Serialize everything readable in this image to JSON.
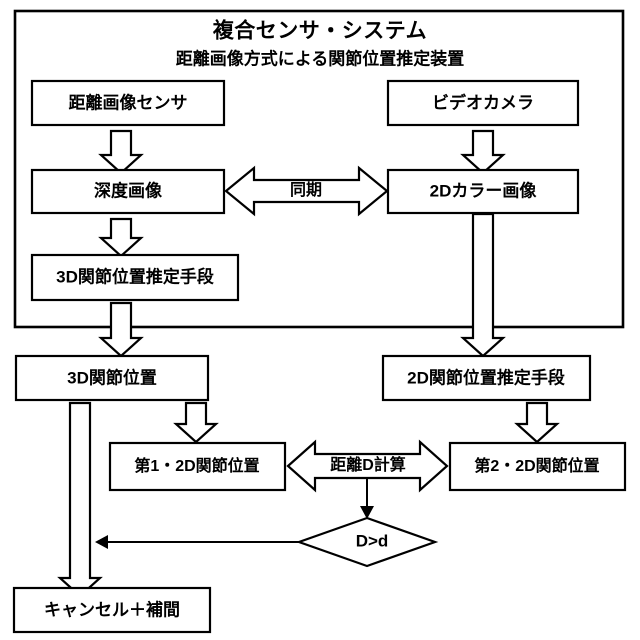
{
  "diagram": {
    "title": "複合センサ・システム",
    "subtitle": "距離画像方式による関節位置推定装置",
    "nodes": {
      "depth_sensor": "距離画像センサ",
      "video_camera": "ビデオカメラ",
      "depth_image": "深度画像",
      "color_image_2d": "2Dカラー画像",
      "joint_est_3d": "3D関節位置推定手段",
      "joint_pos_3d": "3D関節位置",
      "joint_est_2d": "2D関節位置推定手段",
      "joint_pos_2d_first": "第1・2D関節位置",
      "joint_pos_2d_second": "第2・2D関節位置",
      "cancel_interp": "キャンセル＋補間"
    },
    "edge_labels": {
      "sync": "同期",
      "distance_calc": "距離D計算"
    },
    "decision": {
      "condition": "D>d"
    },
    "colors": {
      "stroke": "#000000",
      "fill": "#ffffff",
      "background": "#ffffff"
    }
  }
}
